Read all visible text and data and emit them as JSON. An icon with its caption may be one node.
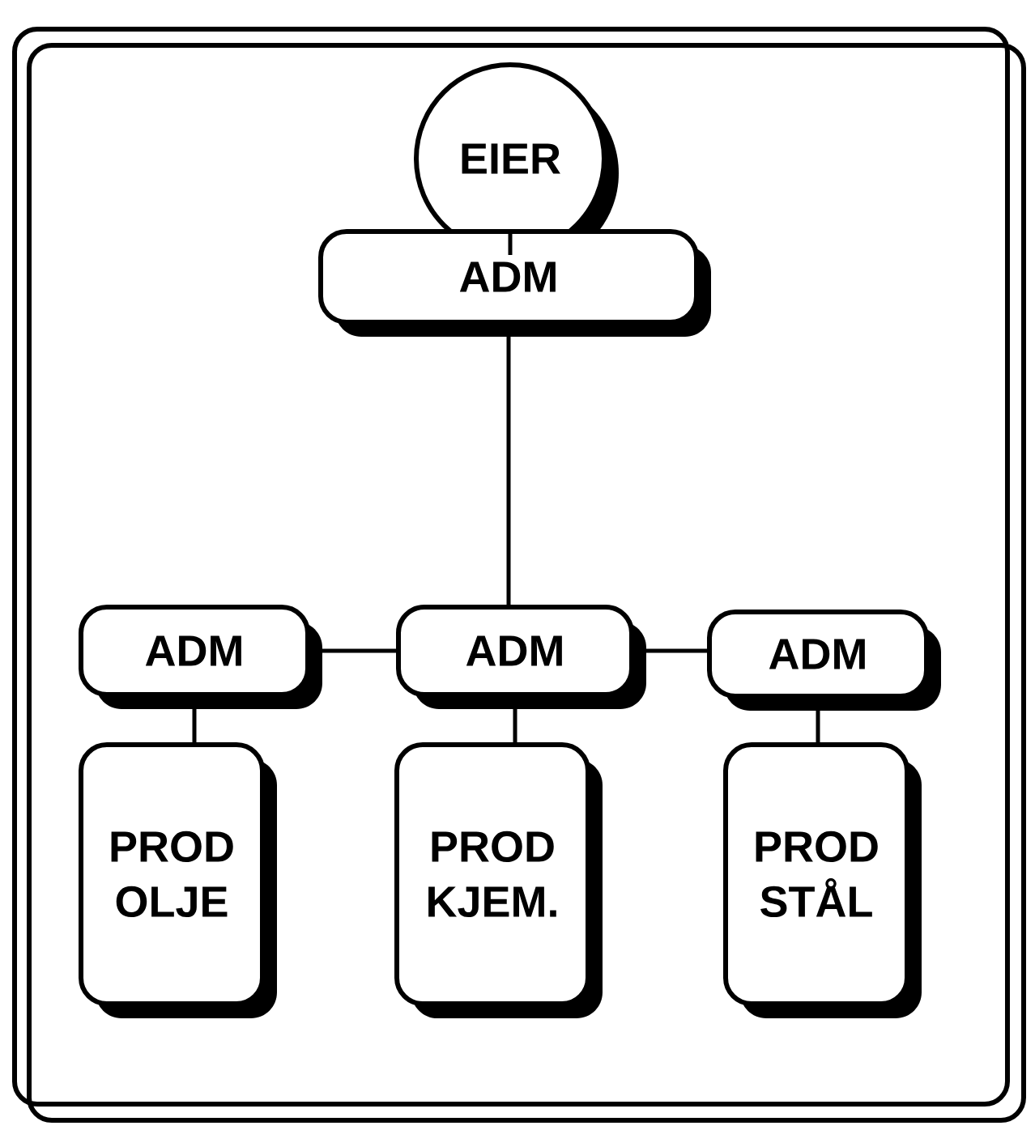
{
  "diagram": {
    "nodes": [
      {
        "text": [
          "EIER"
        ]
      },
      {
        "text": [
          "ADM"
        ]
      },
      {
        "text": [
          "ADM"
        ]
      },
      {
        "text": [
          "ADM"
        ]
      },
      {
        "text": [
          "ADM"
        ]
      },
      {
        "text": [
          "PROD OLJE"
        ]
      },
      {
        "text": [
          "PROD KJEM."
        ]
      },
      {
        "text": [
          "PROD STÅL"
        ]
      }
    ],
    "edges": [
      {
        "from": 0,
        "to": 1,
        "arrow": "none"
      },
      {
        "from": 1,
        "to": 3,
        "arrow": "none"
      },
      {
        "from": 2,
        "to": 3,
        "arrow": "none"
      },
      {
        "from": 3,
        "to": 4,
        "arrow": "none"
      },
      {
        "from": 2,
        "to": 5,
        "arrow": "none"
      },
      {
        "from": 3,
        "to": 6,
        "arrow": "none"
      },
      {
        "from": 4,
        "to": 7,
        "arrow": "none"
      }
    ]
  }
}
